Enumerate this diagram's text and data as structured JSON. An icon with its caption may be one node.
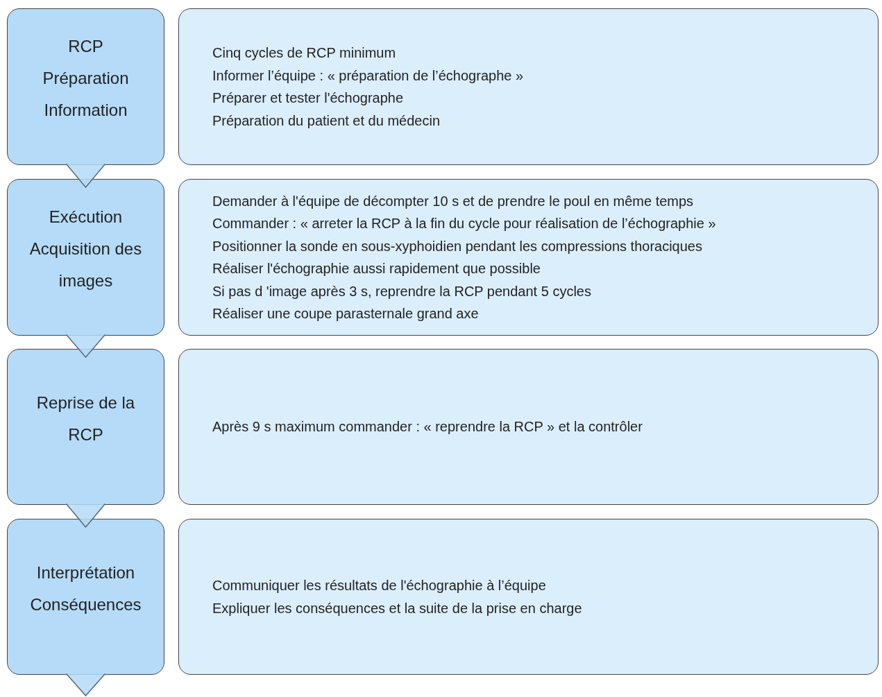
{
  "diagram": {
    "nodes": [
      {
        "text": [
          "RCP",
          "Préparation",
          "Information"
        ]
      },
      {
        "text": [
          "Cinq cycles de RCP minimum",
          "Informer l’équipe : « préparation de l’échographe »",
          "Préparer et tester l'échographe",
          "Préparation du patient et du médecin"
        ]
      },
      {
        "text": [
          "Exécution",
          "Acquisition des images"
        ]
      },
      {
        "text": [
          "Demander à l'équipe de décompter 10 s et de prendre le poul en même temps",
          "Commander : « arreter la RCP à la fin du cycle pour réalisation de l’échographie »",
          "Positionner la sonde en sous-xyphoidien pendant les compressions thoraciques",
          "Réaliser l'échographie aussi rapidement que possible",
          "Si pas d 'image après 3 s, reprendre la RCP pendant 5 cycles",
          "Réaliser une coupe parasternale grand axe"
        ]
      },
      {
        "text": [
          "Reprise de la RCP"
        ]
      },
      {
        "text": [
          "Après 9 s maximum commander : « reprendre la RCP » et la contrôler"
        ]
      },
      {
        "text": [
          "Interprétation",
          "Conséquences"
        ]
      },
      {
        "text": [
          "Communiquer les résultats de l'échographie à l’équipe",
          "Expliquer les conséquences et la suite de la prise en charge"
        ]
      }
    ],
    "edges": [
      {
        "from": 0,
        "to": 2,
        "arrow": "to"
      },
      {
        "from": 2,
        "to": 4,
        "arrow": "to"
      },
      {
        "from": 4,
        "to": 6,
        "arrow": "to"
      },
      {
        "from": 6,
        "to": null,
        "arrow": "to"
      }
    ]
  }
}
